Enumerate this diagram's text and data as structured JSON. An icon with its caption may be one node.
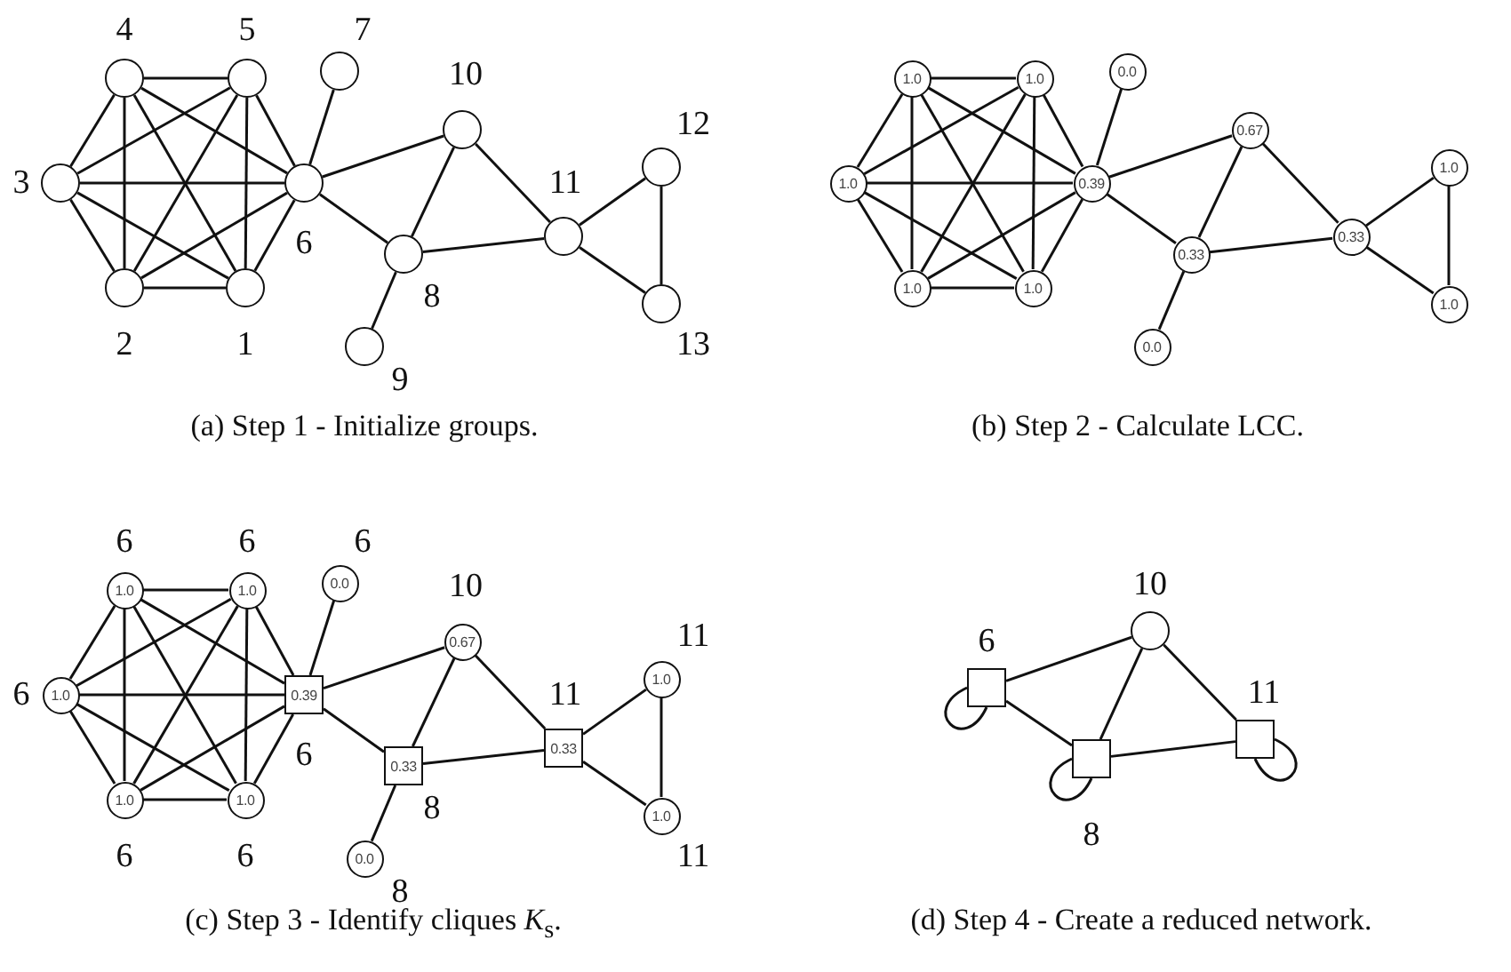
{
  "diagram": {
    "nodes": [
      {
        "text": [],
        "shape": "circle",
        "beside": [
          "4"
        ]
      },
      {
        "text": [],
        "shape": "circle",
        "beside": [
          "5"
        ]
      },
      {
        "text": [],
        "shape": "circle",
        "beside": [
          "7"
        ]
      },
      {
        "text": [],
        "shape": "circle",
        "beside": [
          "10"
        ]
      },
      {
        "text": [],
        "shape": "circle",
        "beside": [
          "12"
        ]
      },
      {
        "text": [],
        "shape": "circle",
        "beside": [
          "3"
        ]
      },
      {
        "text": [],
        "shape": "circle",
        "beside": [
          "6"
        ]
      },
      {
        "text": [],
        "shape": "circle",
        "beside": [
          "11"
        ]
      },
      {
        "text": [],
        "shape": "circle",
        "beside": [
          "8"
        ]
      },
      {
        "text": [],
        "shape": "circle",
        "beside": [
          "13"
        ]
      },
      {
        "text": [],
        "shape": "circle",
        "beside": [
          "2"
        ]
      },
      {
        "text": [],
        "shape": "circle",
        "beside": [
          "1"
        ]
      },
      {
        "text": [],
        "shape": "circle",
        "beside": [
          "9"
        ]
      },
      {
        "text": [
          "1.0"
        ]
      },
      {
        "text": [
          "1.0"
        ]
      },
      {
        "text": [
          "0.0"
        ]
      },
      {
        "text": [
          "0.67"
        ]
      },
      {
        "text": [
          "1.0"
        ]
      },
      {
        "text": [
          "1.0"
        ]
      },
      {
        "text": [
          "0.39"
        ]
      },
      {
        "text": [
          "0.33"
        ]
      },
      {
        "text": [
          "0.33"
        ]
      },
      {
        "text": [
          "1.0"
        ]
      },
      {
        "text": [
          "1.0"
        ]
      },
      {
        "text": [
          "1.0"
        ]
      },
      {
        "text": [
          "0.0"
        ]
      },
      {
        "text": [
          "1.0"
        ],
        "beside": [
          "6"
        ]
      },
      {
        "text": [
          "1.0"
        ],
        "beside": [
          "6"
        ]
      },
      {
        "text": [
          "0.0"
        ],
        "beside": [
          "6"
        ]
      },
      {
        "text": [
          "0.67"
        ],
        "beside": [
          "10"
        ]
      },
      {
        "text": [
          "1.0"
        ],
        "beside": [
          "11"
        ]
      },
      {
        "text": [
          "1.0"
        ],
        "beside": [
          "6"
        ]
      },
      {
        "text": [
          "0.39"
        ],
        "beside": [
          "6"
        ]
      },
      {
        "text": [
          "0.33"
        ],
        "beside": [
          "11"
        ]
      },
      {
        "text": [
          "0.33"
        ],
        "beside": [
          "8"
        ]
      },
      {
        "text": [
          "1.0"
        ],
        "beside": [
          "11"
        ]
      },
      {
        "text": [
          "1.0"
        ],
        "beside": [
          "6"
        ]
      },
      {
        "text": [
          "1.0"
        ],
        "beside": [
          "6"
        ]
      },
      {
        "text": [
          "0.0"
        ],
        "beside": [
          "8"
        ]
      },
      {
        "text": [],
        "shape": "circle",
        "beside": [
          "10"
        ]
      },
      {
        "text": [],
        "shape": "box",
        "beside": [
          "6"
        ]
      },
      {
        "text": [],
        "shape": "box",
        "beside": [
          "11"
        ]
      },
      {
        "text": [],
        "shape": "box",
        "beside": [
          "8"
        ]
      }
    ],
    "edges": [
      {
        "from": 0,
        "to": 1,
        "arrow": "none"
      },
      {
        "from": 0,
        "to": 5,
        "arrow": "none"
      },
      {
        "from": 0,
        "to": 6,
        "arrow": "none"
      },
      {
        "from": 0,
        "to": 10,
        "arrow": "none"
      },
      {
        "from": 0,
        "to": 11,
        "arrow": "none"
      },
      {
        "from": 1,
        "to": 5,
        "arrow": "none"
      },
      {
        "from": 1,
        "to": 6,
        "arrow": "none"
      },
      {
        "from": 1,
        "to": 10,
        "arrow": "none"
      },
      {
        "from": 1,
        "to": 11,
        "arrow": "none"
      },
      {
        "from": 5,
        "to": 6,
        "arrow": "none"
      },
      {
        "from": 5,
        "to": 10,
        "arrow": "none"
      },
      {
        "from": 5,
        "to": 11,
        "arrow": "none"
      },
      {
        "from": 6,
        "to": 10,
        "arrow": "none"
      },
      {
        "from": 6,
        "to": 11,
        "arrow": "none"
      },
      {
        "from": 10,
        "to": 11,
        "arrow": "none"
      },
      {
        "from": 6,
        "to": 2,
        "arrow": "none"
      },
      {
        "from": 6,
        "to": 3,
        "arrow": "none"
      },
      {
        "from": 6,
        "to": 8,
        "arrow": "none"
      },
      {
        "from": 3,
        "to": 8,
        "arrow": "none"
      },
      {
        "from": 3,
        "to": 7,
        "arrow": "none"
      },
      {
        "from": 8,
        "to": 7,
        "arrow": "none"
      },
      {
        "from": 8,
        "to": 12,
        "arrow": "none"
      },
      {
        "from": 7,
        "to": 4,
        "arrow": "none"
      },
      {
        "from": 7,
        "to": 9,
        "arrow": "none"
      },
      {
        "from": 4,
        "to": 9,
        "arrow": "none"
      },
      {
        "from": 13,
        "to": 14,
        "arrow": "none"
      },
      {
        "from": 13,
        "to": 18,
        "arrow": "none"
      },
      {
        "from": 13,
        "to": 19,
        "arrow": "none"
      },
      {
        "from": 13,
        "to": 23,
        "arrow": "none"
      },
      {
        "from": 13,
        "to": 24,
        "arrow": "none"
      },
      {
        "from": 14,
        "to": 18,
        "arrow": "none"
      },
      {
        "from": 14,
        "to": 19,
        "arrow": "none"
      },
      {
        "from": 14,
        "to": 23,
        "arrow": "none"
      },
      {
        "from": 14,
        "to": 24,
        "arrow": "none"
      },
      {
        "from": 18,
        "to": 19,
        "arrow": "none"
      },
      {
        "from": 18,
        "to": 23,
        "arrow": "none"
      },
      {
        "from": 18,
        "to": 24,
        "arrow": "none"
      },
      {
        "from": 19,
        "to": 23,
        "arrow": "none"
      },
      {
        "from": 19,
        "to": 24,
        "arrow": "none"
      },
      {
        "from": 23,
        "to": 24,
        "arrow": "none"
      },
      {
        "from": 19,
        "to": 15,
        "arrow": "none"
      },
      {
        "from": 19,
        "to": 16,
        "arrow": "none"
      },
      {
        "from": 19,
        "to": 21,
        "arrow": "none"
      },
      {
        "from": 16,
        "to": 21,
        "arrow": "none"
      },
      {
        "from": 16,
        "to": 20,
        "arrow": "none"
      },
      {
        "from": 21,
        "to": 20,
        "arrow": "none"
      },
      {
        "from": 21,
        "to": 25,
        "arrow": "none"
      },
      {
        "from": 20,
        "to": 17,
        "arrow": "none"
      },
      {
        "from": 20,
        "to": 22,
        "arrow": "none"
      },
      {
        "from": 17,
        "to": 22,
        "arrow": "none"
      },
      {
        "from": 26,
        "to": 27,
        "arrow": "none"
      },
      {
        "from": 26,
        "to": 31,
        "arrow": "none"
      },
      {
        "from": 26,
        "to": 32,
        "arrow": "none"
      },
      {
        "from": 26,
        "to": 36,
        "arrow": "none"
      },
      {
        "from": 26,
        "to": 37,
        "arrow": "none"
      },
      {
        "from": 27,
        "to": 31,
        "arrow": "none"
      },
      {
        "from": 27,
        "to": 32,
        "arrow": "none"
      },
      {
        "from": 27,
        "to": 36,
        "arrow": "none"
      },
      {
        "from": 27,
        "to": 37,
        "arrow": "none"
      },
      {
        "from": 31,
        "to": 32,
        "arrow": "none"
      },
      {
        "from": 31,
        "to": 36,
        "arrow": "none"
      },
      {
        "from": 31,
        "to": 37,
        "arrow": "none"
      },
      {
        "from": 32,
        "to": 36,
        "arrow": "none"
      },
      {
        "from": 32,
        "to": 37,
        "arrow": "none"
      },
      {
        "from": 36,
        "to": 37,
        "arrow": "none"
      },
      {
        "from": 32,
        "to": 28,
        "arrow": "none"
      },
      {
        "from": 32,
        "to": 29,
        "arrow": "none"
      },
      {
        "from": 32,
        "to": 34,
        "arrow": "none"
      },
      {
        "from": 29,
        "to": 34,
        "arrow": "none"
      },
      {
        "from": 29,
        "to": 33,
        "arrow": "none"
      },
      {
        "from": 34,
        "to": 33,
        "arrow": "none"
      },
      {
        "from": 34,
        "to": 38,
        "arrow": "none"
      },
      {
        "from": 33,
        "to": 30,
        "arrow": "none"
      },
      {
        "from": 33,
        "to": 35,
        "arrow": "none"
      },
      {
        "from": 30,
        "to": 35,
        "arrow": "none"
      },
      {
        "from": 40,
        "to": 39,
        "arrow": "none"
      },
      {
        "from": 40,
        "to": 42,
        "arrow": "none"
      },
      {
        "from": 39,
        "to": 42,
        "arrow": "none"
      },
      {
        "from": 42,
        "to": 41,
        "arrow": "none"
      },
      {
        "from": 39,
        "to": 41,
        "arrow": "none"
      },
      {
        "from": 40,
        "to": 40,
        "arrow": "none"
      },
      {
        "from": 42,
        "to": 42,
        "arrow": "none"
      },
      {
        "from": 41,
        "to": 41,
        "arrow": "none"
      }
    ],
    "labels": [
      "(a) Step 1 - Initialize groups.",
      "(b) Step 2 - Calculate LCC.",
      "(c) Step 3 - Identify cliques *K*$_{s}$.",
      "(d) Step 4 - Create a reduced network."
    ]
  }
}
